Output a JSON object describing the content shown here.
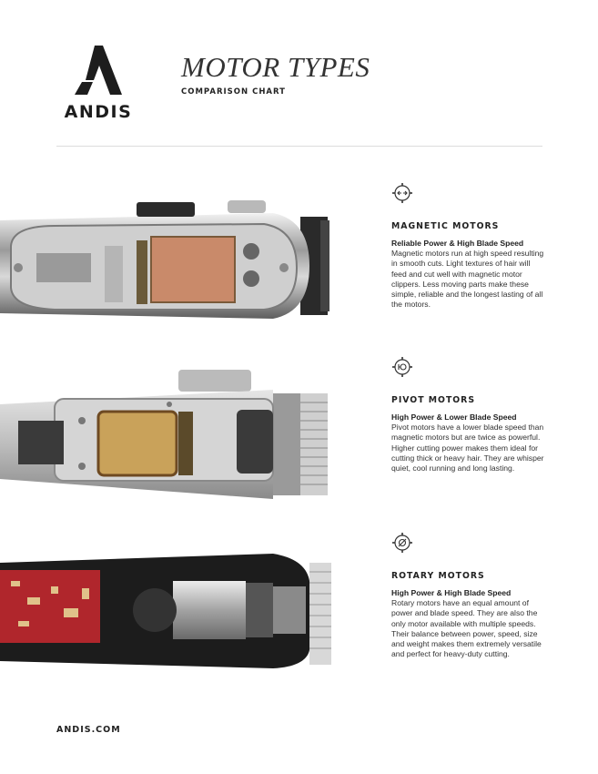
{
  "brand": {
    "name": "ANDIS",
    "website": "ANDIS.COM"
  },
  "header": {
    "title": "MOTOR TYPES",
    "subtitle": "COMPARISON CHART"
  },
  "sections": [
    {
      "icon": "magnetic-motor-icon",
      "title": "MAGNETIC MOTORS",
      "subtitle": "Reliable Power & High Blade Speed",
      "body": "Magnetic motors run at high speed resulting in smooth cuts. Light textures of hair will feed and cut well with magnetic motor clippers. Less moving parts make these simple, reliable and the longest lasting of all the motors."
    },
    {
      "icon": "pivot-motor-icon",
      "title": "PIVOT MOTORS",
      "subtitle": "High Power & Lower Blade Speed",
      "body": "Pivot motors have a lower blade speed than magnetic motors but are twice as powerful. Higher cutting power makes them ideal for cutting thick or heavy hair. They are whisper quiet, cool running and long lasting."
    },
    {
      "icon": "rotary-motor-icon",
      "title": "ROTARY MOTORS",
      "subtitle": "High Power & High Blade Speed",
      "body": "Rotary motors have an equal amount of power and blade speed. They are also the only motor available with multiple speeds. Their balance between power, speed, size and weight makes them extremely versatile and perfect for heavy-duty cutting."
    }
  ],
  "colors": {
    "text": "#2a2a2a",
    "rule": "#dcdcdc",
    "copper": "#c98a6a",
    "gold": "#c9a25a",
    "pcb": "#b0262c"
  }
}
